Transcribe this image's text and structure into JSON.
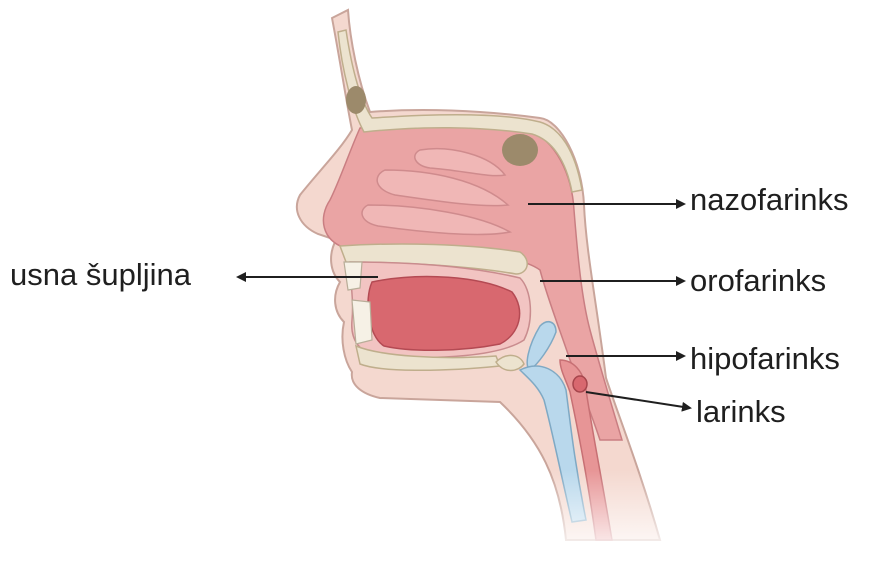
{
  "labels": {
    "nazofarinks": "nazofarinks",
    "orofarinks": "orofarinks",
    "hipofarinks": "hipofarinks",
    "larinks": "larinks",
    "usna_supljina": "usna šupljina"
  },
  "colors": {
    "skin": "#f4d8cf",
    "skin_outline": "#c9a59b",
    "cavity": "#eaa4a4",
    "cavity_dark": "#d97f82",
    "tongue": "#d8686f",
    "bone": "#ece3cf",
    "cartilage": "#b9d8ec",
    "arrow": "#1f1f1f"
  }
}
